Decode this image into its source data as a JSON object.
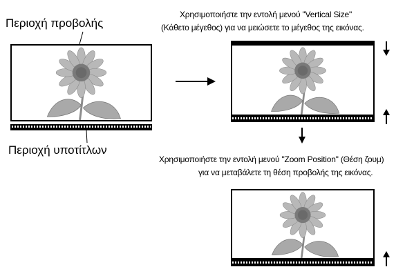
{
  "labels": {
    "projection_area": "Περιοχή προβολής",
    "subtitle_area": "Περιοχή υποτίτλων",
    "vertical_size_line1": "Χρησιμοποιήστε την εντολή μενού \"Vertical Size\"",
    "vertical_size_line2": "(Κάθετο μέγεθος) για να μειώσετε το μέγεθος της εικόνας.",
    "zoom_position_line1": "Χρησιμοποιήστε την εντολή μενού \"Zoom Position\" (Θέση ζουμ)",
    "zoom_position_line2": "για να μεταβάλετε τη θέση προβολής της εικόνας."
  },
  "icons": {
    "right_arrow": "arrow-right-icon",
    "down_arrow": "arrow-down-icon",
    "up_arrow": "arrow-up-icon",
    "sunflower": "sunflower-image"
  },
  "colors": {
    "petal": "#b8b8b8",
    "petal_dark": "#9a9a9a",
    "center": "#7a7a7a",
    "leaf": "#a9a9a9",
    "stem": "#8c8c8c"
  }
}
